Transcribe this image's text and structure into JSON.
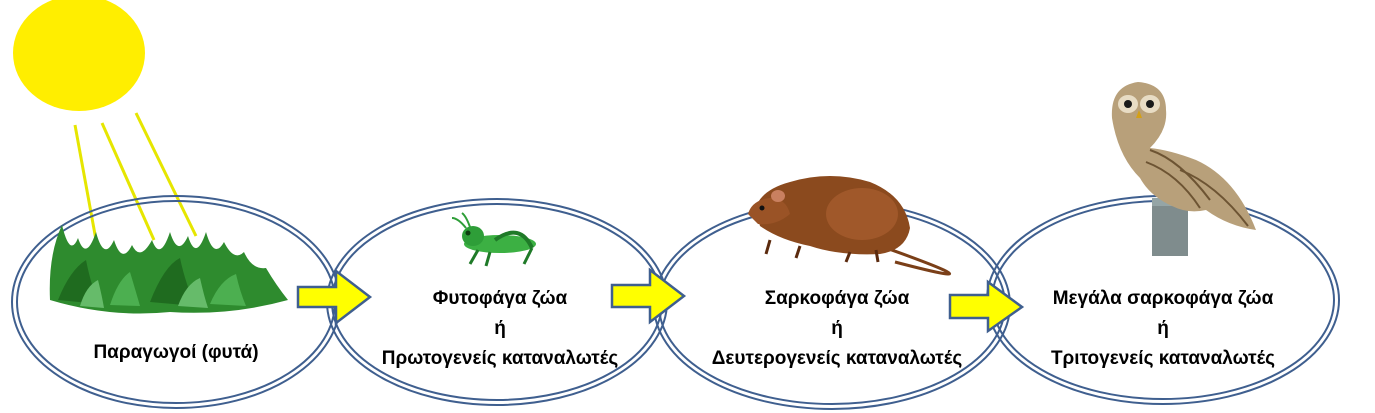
{
  "stages": [
    {
      "lines": [
        "Παραγωγοί (φυτά)"
      ],
      "image": "plants-icon"
    },
    {
      "lines": [
        "Φυτοφάγα ζώα",
        "ή",
        "Πρωτογενείς καταναλωτές"
      ],
      "image": "grasshopper-icon"
    },
    {
      "lines": [
        "Σαρκοφάγα ζώα",
        "ή",
        "Δευτερογενείς καταναλωτές"
      ],
      "image": "rat-icon"
    },
    {
      "lines": [
        "Μεγάλα σαρκοφάγα ζώα",
        "ή",
        "Τριτογενείς καταναλωτές"
      ],
      "image": "owl-icon"
    }
  ],
  "colors": {
    "sun": "#ffee00",
    "sun_rays": "#e6e600",
    "ellipse_stroke": "#3f5f8f",
    "arrow_fill": "#ffff00",
    "arrow_stroke": "#3f5f8f",
    "plant": "#2e8b2e",
    "grasshopper": "#3cb043",
    "rat": "#8b4a1e",
    "owl": "#b8a07a"
  },
  "icons": [
    "sun-icon",
    "plants-icon",
    "grasshopper-icon",
    "rat-icon",
    "owl-icon",
    "arrow-right-icon"
  ]
}
